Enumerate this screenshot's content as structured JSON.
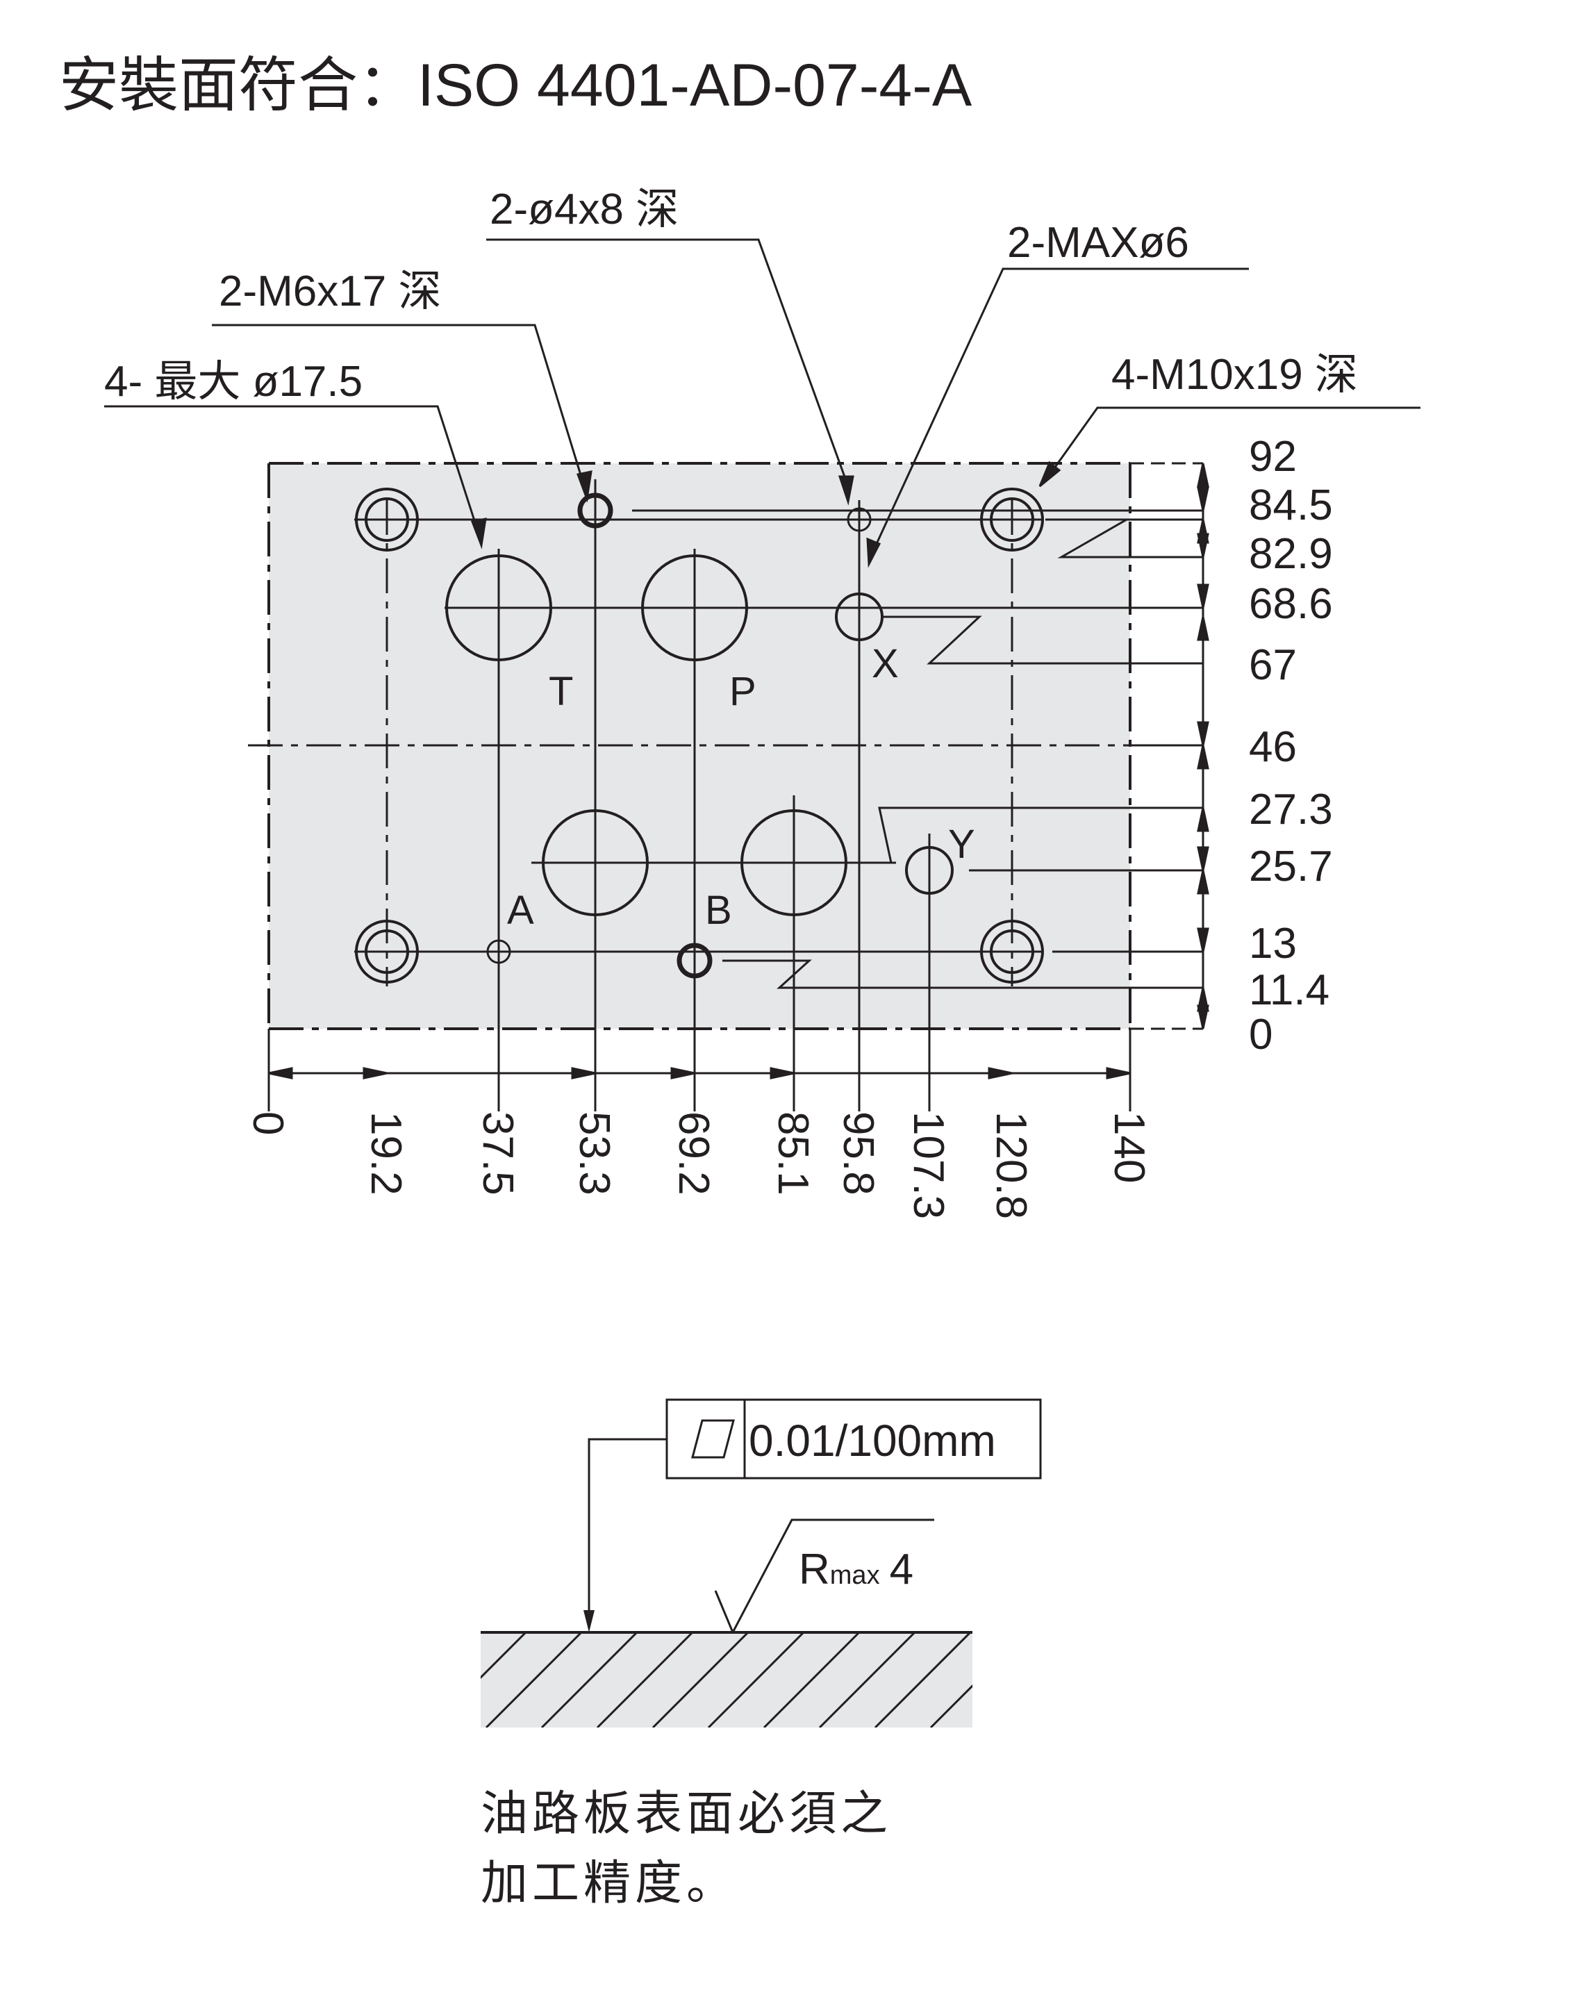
{
  "title": "安裝面符合：ISO 4401-AD-07-4-A",
  "callouts": {
    "pin_holes": "2-ø4x8 深",
    "xy_ports": "2-MAXø6",
    "m6_threads": "2-M6x17 深",
    "main_ports": "4- 最大 ø17.5",
    "m10_threads": "4-M10x19 深"
  },
  "port_labels": {
    "t": "T",
    "p": "P",
    "x": "X",
    "a": "A",
    "b": "B",
    "y": "Y"
  },
  "y_dimensions": [
    "92",
    "84.5",
    "82.9",
    "68.6",
    "67",
    "46",
    "27.3",
    "25.7",
    "13",
    "11.4",
    "0"
  ],
  "x_dimensions": [
    "0",
    "19.2",
    "37.5",
    "53.3",
    "69.2",
    "85.1",
    "95.8",
    "107.3",
    "120.8",
    "140"
  ],
  "flatness": {
    "value": "0.01/100mm"
  },
  "roughness": {
    "symbol": "R",
    "subscript": "max",
    "value": "4"
  },
  "note": {
    "line1": "油路板表面必須之",
    "line2": "加工精度。"
  }
}
